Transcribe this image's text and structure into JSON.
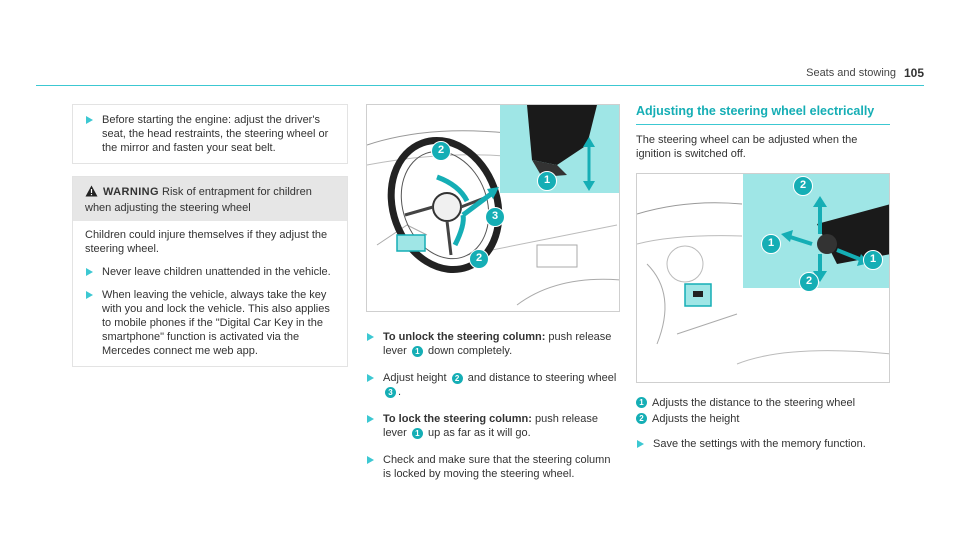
{
  "header": {
    "section": "Seats and stowing",
    "page_number": "105"
  },
  "col1": {
    "note_bullet": "Before starting the engine: adjust the driver's seat, the head restraints, the steering wheel or the mirror and fasten your seat belt.",
    "warning": {
      "label": "WARNING",
      "heading": "Risk of entrapment for children when adjusting the steering wheel",
      "body": "Children could injure themselves if they adjust the steering wheel.",
      "bullets": [
        "Never leave children unattended in the vehicle.",
        "When leaving the vehicle, always take the key with you and lock the vehicle. This also applies to mobile phones if the \"Digital Car Key in the smartphone\" function is activated via the Mercedes connect me web app."
      ]
    }
  },
  "col2": {
    "figure_callouts": [
      "1",
      "2",
      "2",
      "3"
    ],
    "steps": [
      {
        "bold": "To unlock the steering column:",
        "rest": " push release lever ",
        "ref": "1",
        "tail": " down completely."
      },
      {
        "bold": "",
        "rest": "Adjust height ",
        "ref": "2",
        "mid": " and distance to steering wheel ",
        "ref2": "3",
        "tail": "."
      },
      {
        "bold": "To lock the steering column:",
        "rest": " push release lever ",
        "ref": "1",
        "tail": " up as far as it will go."
      },
      {
        "bold": "",
        "rest": "Check and make sure that the steering column is locked by moving the steering wheel.",
        "ref": "",
        "tail": ""
      }
    ]
  },
  "col3": {
    "title": "Adjusting the steering wheel electrically",
    "intro": "The steering wheel can be adjusted when the ignition is switched off.",
    "figure_callouts": [
      "1",
      "1",
      "2",
      "2"
    ],
    "legend": [
      {
        "ref": "1",
        "text": "Adjusts the distance to the steering wheel"
      },
      {
        "ref": "2",
        "text": "Adjusts the height"
      }
    ],
    "save_bullet": "Save the settings with the memory function."
  },
  "colors": {
    "accent": "#3cc8d2",
    "callout": "#15aeb5",
    "inset": "#9fe6e6"
  }
}
